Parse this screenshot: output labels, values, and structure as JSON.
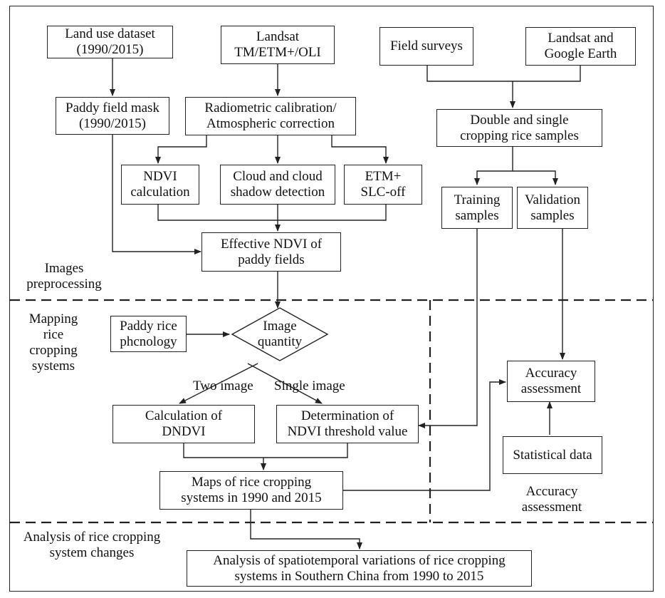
{
  "boxes": {
    "land_use": [
      "Land use dataset",
      "(1990/2015)"
    ],
    "landsat": [
      "Landsat",
      "TM/ETM+/OLI"
    ],
    "field_surveys": [
      "Field surveys"
    ],
    "landsat_google": [
      "Landsat and",
      "Google Earth"
    ],
    "paddy_mask": [
      "Paddy field mask",
      "(1990/2015)"
    ],
    "radiometric": [
      "Radiometric calibration/",
      "Atmospheric correction"
    ],
    "samples": [
      "Double and single",
      "cropping  rice samples"
    ],
    "ndvi_calc": [
      "NDVI",
      "calculation"
    ],
    "cloud": [
      "Cloud and cloud",
      "shadow detection"
    ],
    "etm_slc": [
      "ETM+",
      "SLC-off"
    ],
    "training": [
      "Training",
      "samples"
    ],
    "validation": [
      "Validation",
      "samples"
    ],
    "effective_ndvi": [
      "Effective NDVI of",
      "paddy fields"
    ],
    "phenology": [
      "Paddy rice",
      "phcnology"
    ],
    "image_quantity": [
      "Image",
      "quantity"
    ],
    "dndvi": [
      "Calculation of",
      "DNDVI"
    ],
    "threshold": [
      "Determination of",
      "NDVI threshold value"
    ],
    "maps": [
      "Maps of rice cropping",
      "systems in 1990 and 2015"
    ],
    "accuracy_box": [
      "Accuracy",
      "assessment"
    ],
    "statistical": [
      "Statistical data"
    ],
    "analysis": [
      "Analysis of spatiotemporal variations of rice cropping",
      "systems in Southern China from 1990 to 2015"
    ]
  },
  "labels": {
    "preprocessing": [
      "Images",
      "preprocessing"
    ],
    "mapping": [
      "Mapping",
      "rice",
      "cropping",
      "systems"
    ],
    "two_image": "Two  image",
    "single_image": "Single image",
    "accuracy_section": [
      "Accuracy",
      "assessment"
    ],
    "analysis_section": [
      "Analysis of rice cropping",
      "system changes"
    ]
  }
}
